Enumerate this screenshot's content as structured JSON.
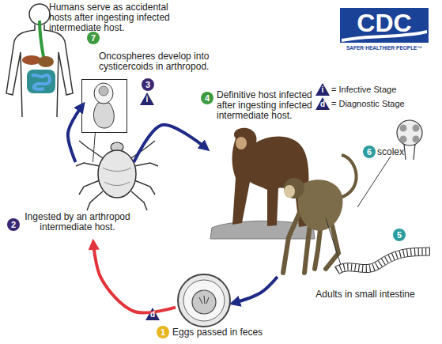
{
  "diagram": {
    "nodes": [
      {
        "text": [
          "Humans serve as accidental hosts after ingesting infected intermediate host."
        ]
      },
      {
        "text": [
          "7"
        ],
        "in": 0
      },
      {
        "text": [
          "Oncospheres develop into cysticercoids in arthropod."
        ]
      },
      {
        "text": [
          "3"
        ],
        "in": 2
      },
      {
        "text": [
          "Definitive host infected after ingesting infected intermediate host."
        ]
      },
      {
        "text": [
          "4"
        ],
        "in": 4
      },
      {
        "text": [
          "Ingested by an arthropod intermediate host."
        ]
      },
      {
        "text": [
          "2"
        ],
        "in": 6
      },
      {
        "text": [
          "scolex"
        ]
      },
      {
        "text": [
          "6"
        ],
        "in": 8
      },
      {
        "text": [
          "Adults in small intestine"
        ]
      },
      {
        "text": [
          "5"
        ],
        "in": 10
      },
      {
        "text": [
          "Eggs passed in feces"
        ]
      },
      {
        "text": [
          "1"
        ],
        "in": 12
      }
    ],
    "edges": [
      {
        "from": 6,
        "to": 0,
        "arrow": "to"
      },
      {
        "from": 6,
        "to": 4,
        "arrow": "to"
      },
      {
        "from": 10,
        "to": 12,
        "arrow": "to"
      },
      {
        "from": 12,
        "to": 6,
        "arrow": "to"
      },
      {
        "from": 2,
        "to": 6,
        "arrow": "none"
      },
      {
        "from": 8,
        "to": 10,
        "arrow": "none"
      }
    ],
    "labels": [
      "CDC",
      "SAFER·HEALTHIER·PEOPLE™",
      "i",
      "d",
      "i",
      "d"
    ],
    "legend": [
      {
        "text": "= Infective Stage"
      },
      {
        "text": "= Diagnostic Stage"
      }
    ]
  }
}
